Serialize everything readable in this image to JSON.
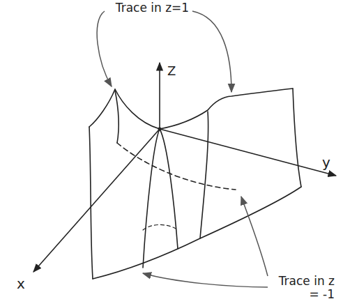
{
  "diagram": {
    "labels": [
      "Trace in z=1",
      "Trace in z = -1",
      "Z",
      "y",
      "x"
    ]
  }
}
